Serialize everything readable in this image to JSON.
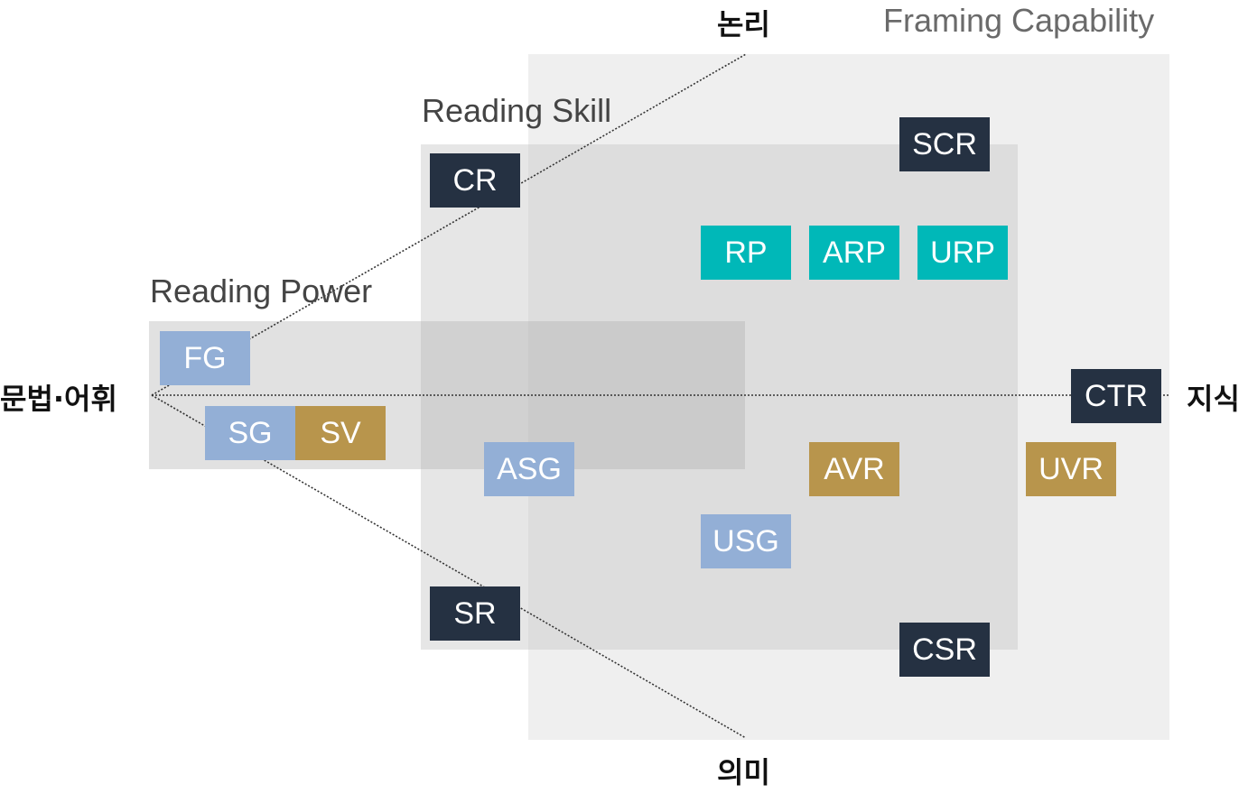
{
  "colors": {
    "framing_bg": "#efefef",
    "skill_bg": "#dcdcdc",
    "power_bg": "#cbcbcb",
    "dark": "#253142",
    "teal": "#00b8b8",
    "blue": "#93afd6",
    "gold": "#b8954c"
  },
  "group_labels": {
    "framing": "Framing Capability",
    "skill": "Reading Skill",
    "power": "Reading Power"
  },
  "axis_labels": {
    "logic": "논리",
    "meaning": "의미",
    "grammar_vocab": "문법·어휘",
    "knowledge": "지식"
  },
  "boxes": {
    "cr": "CR",
    "scr": "SCR",
    "rp": "RP",
    "arp": "ARP",
    "urp": "URP",
    "fg": "FG",
    "ctr": "CTR",
    "sg": "SG",
    "sv": "SV",
    "asg": "ASG",
    "avr": "AVR",
    "uvr": "UVR",
    "usg": "USG",
    "sr": "SR",
    "csr": "CSR"
  }
}
